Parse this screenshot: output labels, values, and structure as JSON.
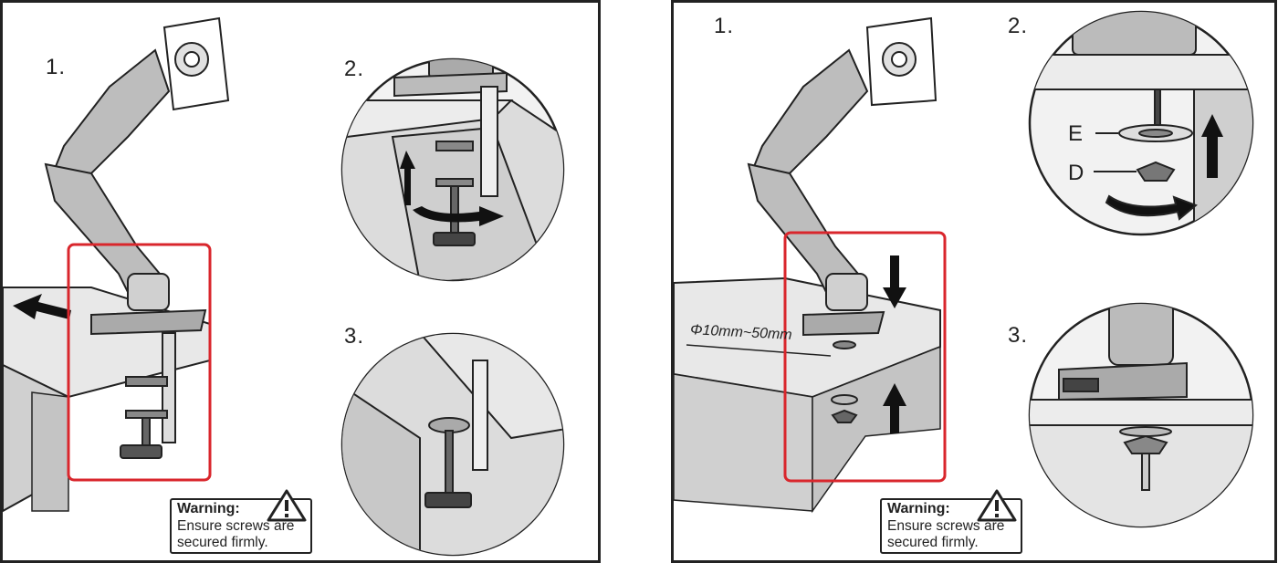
{
  "left_panel": {
    "step_labels": [
      "1.",
      "2.",
      "3."
    ],
    "warning": {
      "title": "Warning:",
      "line1": "Ensure screws are",
      "line2": "secured firmly."
    }
  },
  "right_panel": {
    "step_labels": [
      "1.",
      "2.",
      "3."
    ],
    "dimension": "Φ10mm~50mm",
    "part_labels": [
      "E",
      "D"
    ],
    "warning": {
      "title": "Warning:",
      "line1": "Ensure screws are",
      "line2": "secured firmly."
    }
  },
  "colors": {
    "highlight_box": "#d9262c",
    "ink": "#222222",
    "shade": "#cfcfcf",
    "desk": "#e6e6e6",
    "circle_bg": "#f2f2f2"
  },
  "icons": [
    "warning-triangle-icon",
    "arrow-left-icon",
    "arrow-up-icon",
    "arrow-down-icon",
    "rotate-arrow-icon"
  ]
}
